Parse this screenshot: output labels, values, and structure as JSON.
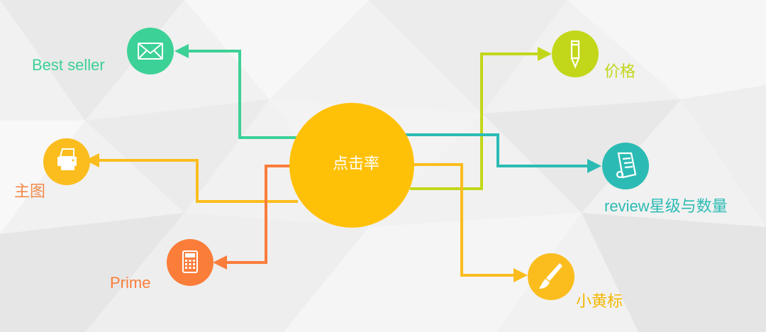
{
  "center": {
    "label": "点击率",
    "color": "#ffc107"
  },
  "nodes": [
    {
      "id": "best-seller",
      "label": "Best seller",
      "icon": "mail-icon",
      "color": "#3cd196"
    },
    {
      "id": "main-image",
      "label": "主图",
      "icon": "printer-icon",
      "color": "#fbbd1e",
      "label_color": "#f28a4a"
    },
    {
      "id": "prime",
      "label": "Prime",
      "icon": "calculator-icon",
      "color": "#fa7d3a"
    },
    {
      "id": "price",
      "label": "价格",
      "icon": "pencil-icon",
      "color": "#c2d719"
    },
    {
      "id": "review",
      "label": "review星级与数量",
      "icon": "scroll-icon",
      "color": "#2bbbb4"
    },
    {
      "id": "small-yellow-badge",
      "label": "小黄标",
      "icon": "brush-icon",
      "color": "#fbbd1e"
    }
  ]
}
